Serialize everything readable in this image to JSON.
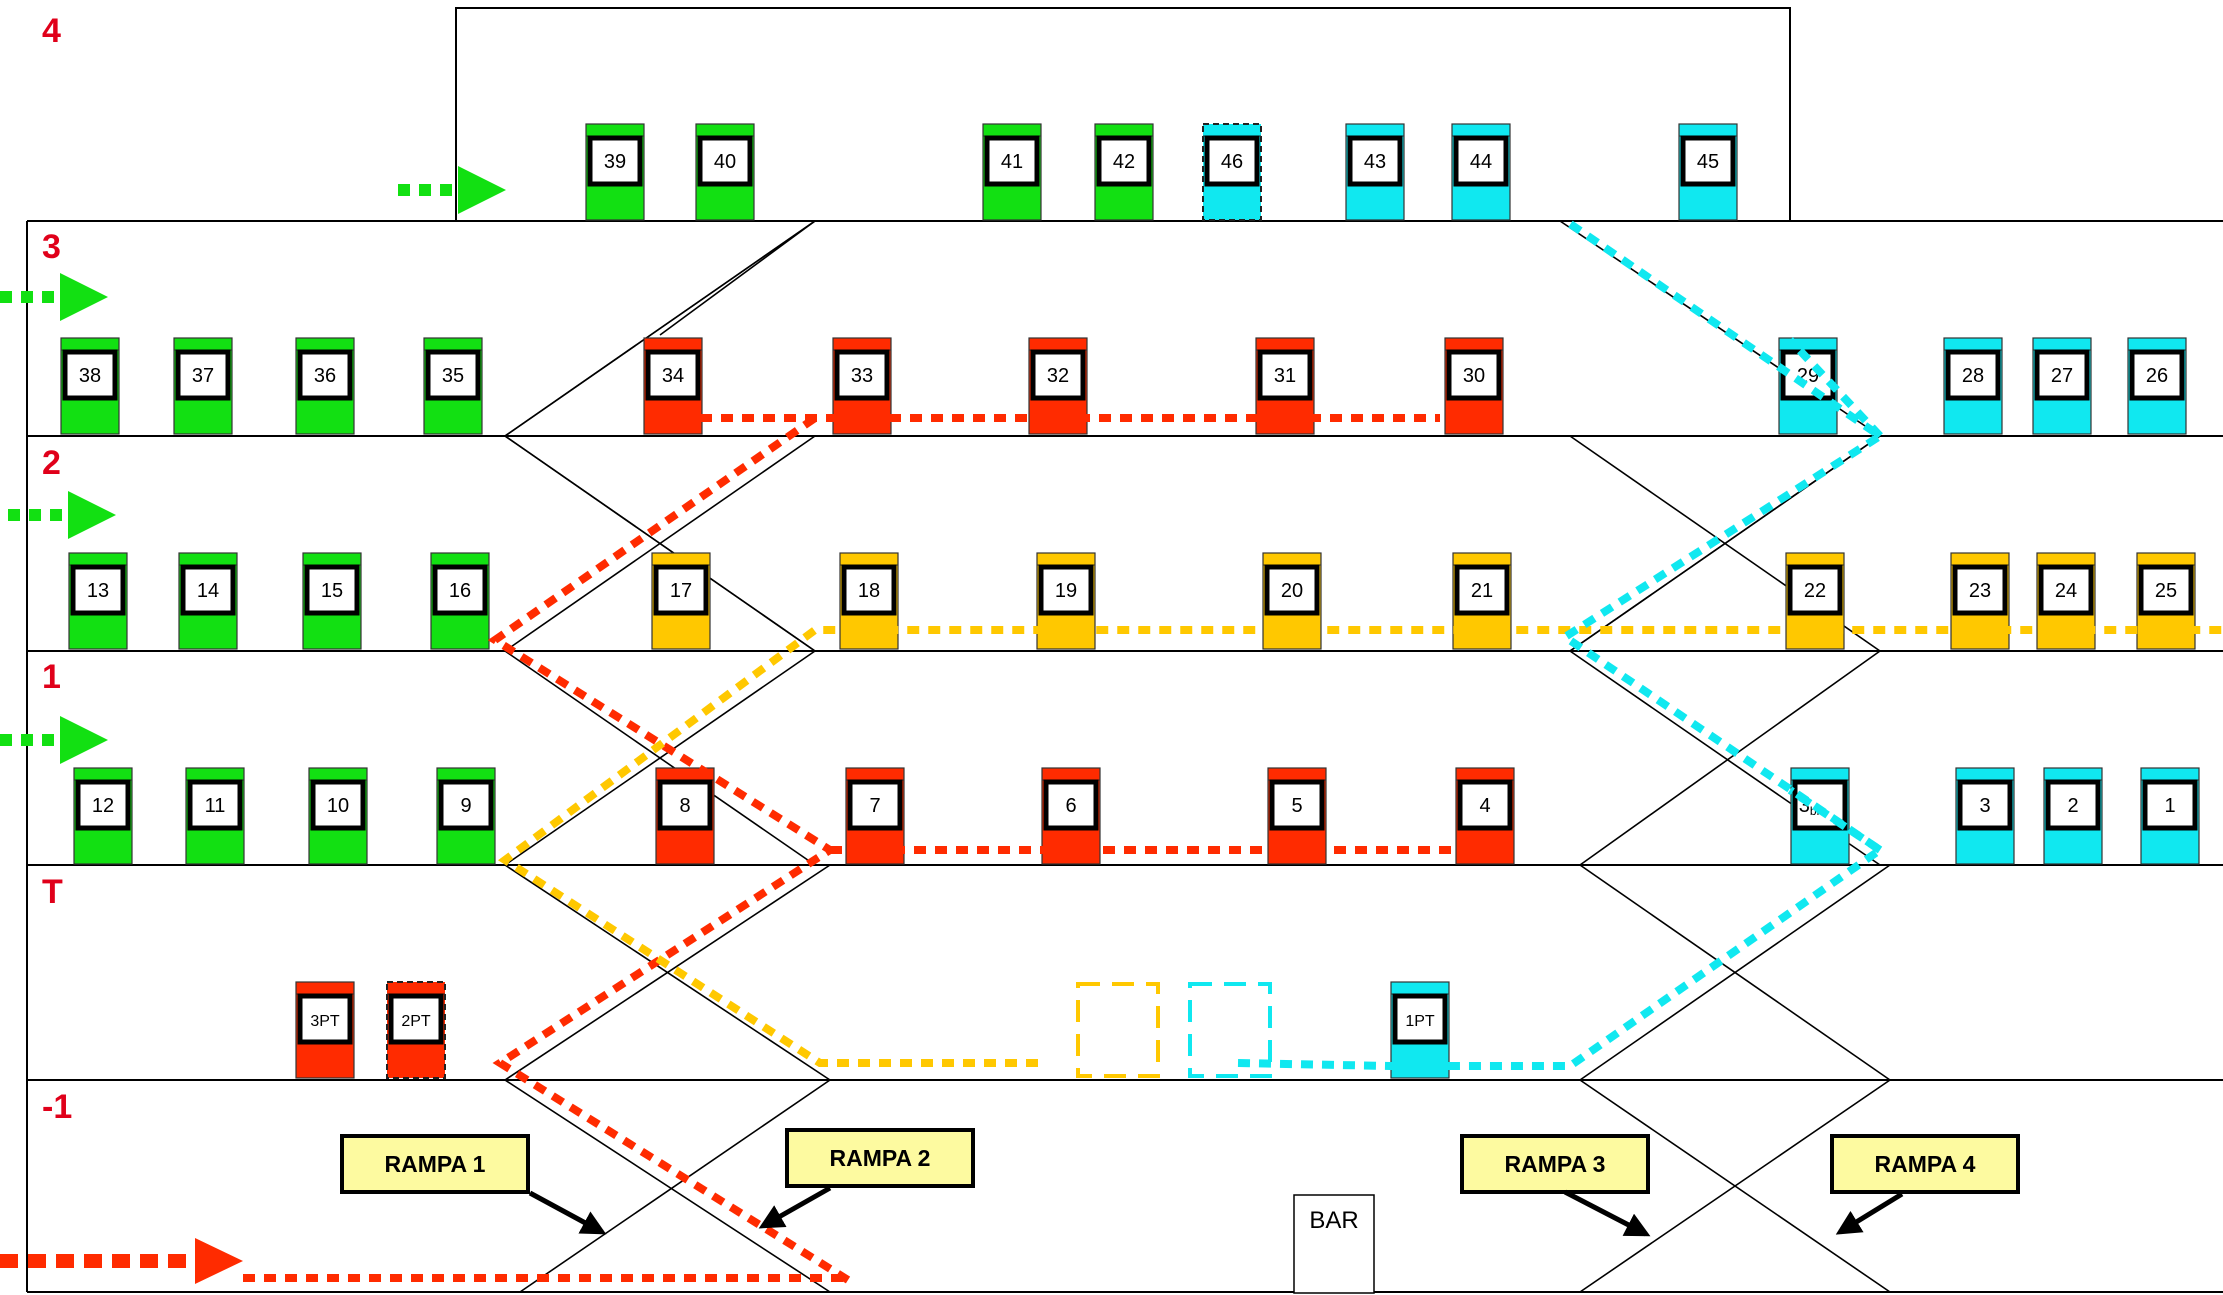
{
  "floors": [
    {
      "label": "4",
      "key": "f4"
    },
    {
      "label": "3",
      "key": "f3"
    },
    {
      "label": "2",
      "key": "f2"
    },
    {
      "label": "1",
      "key": "f1"
    },
    {
      "label": "T",
      "key": "fT"
    },
    {
      "label": "-1",
      "key": "fm1"
    }
  ],
  "colors": {
    "green": "#12e012",
    "red": "#ff2b00",
    "yellow": "#ffc800",
    "cyan": "#10e8f0",
    "floor_label": "#e0001a",
    "ramp_fill": "#fdfaa0"
  },
  "units": [
    {
      "label": "39",
      "floor": "4",
      "color": "green"
    },
    {
      "label": "40",
      "floor": "4",
      "color": "green"
    },
    {
      "label": "41",
      "floor": "4",
      "color": "green"
    },
    {
      "label": "42",
      "floor": "4",
      "color": "green"
    },
    {
      "label": "46",
      "floor": "4",
      "color": "cyan",
      "dashed": true
    },
    {
      "label": "43",
      "floor": "4",
      "color": "cyan"
    },
    {
      "label": "44",
      "floor": "4",
      "color": "cyan"
    },
    {
      "label": "45",
      "floor": "4",
      "color": "cyan"
    },
    {
      "label": "38",
      "floor": "3",
      "color": "green"
    },
    {
      "label": "37",
      "floor": "3",
      "color": "green"
    },
    {
      "label": "36",
      "floor": "3",
      "color": "green"
    },
    {
      "label": "35",
      "floor": "3",
      "color": "green"
    },
    {
      "label": "34",
      "floor": "3",
      "color": "red"
    },
    {
      "label": "33",
      "floor": "3",
      "color": "red"
    },
    {
      "label": "32",
      "floor": "3",
      "color": "red"
    },
    {
      "label": "31",
      "floor": "3",
      "color": "red"
    },
    {
      "label": "30",
      "floor": "3",
      "color": "red"
    },
    {
      "label": "29",
      "floor": "3",
      "color": "cyan"
    },
    {
      "label": "28",
      "floor": "3",
      "color": "cyan"
    },
    {
      "label": "27",
      "floor": "3",
      "color": "cyan"
    },
    {
      "label": "26",
      "floor": "3",
      "color": "cyan"
    },
    {
      "label": "13",
      "floor": "2",
      "color": "green"
    },
    {
      "label": "14",
      "floor": "2",
      "color": "green"
    },
    {
      "label": "15",
      "floor": "2",
      "color": "green"
    },
    {
      "label": "16",
      "floor": "2",
      "color": "green"
    },
    {
      "label": "17",
      "floor": "2",
      "color": "yellow"
    },
    {
      "label": "18",
      "floor": "2",
      "color": "yellow"
    },
    {
      "label": "19",
      "floor": "2",
      "color": "yellow"
    },
    {
      "label": "20",
      "floor": "2",
      "color": "yellow"
    },
    {
      "label": "21",
      "floor": "2",
      "color": "yellow"
    },
    {
      "label": "22",
      "floor": "2",
      "color": "yellow"
    },
    {
      "label": "23",
      "floor": "2",
      "color": "yellow"
    },
    {
      "label": "24",
      "floor": "2",
      "color": "yellow"
    },
    {
      "label": "25",
      "floor": "2",
      "color": "yellow"
    },
    {
      "label": "12",
      "floor": "1",
      "color": "green"
    },
    {
      "label": "11",
      "floor": "1",
      "color": "green"
    },
    {
      "label": "10",
      "floor": "1",
      "color": "green"
    },
    {
      "label": "9",
      "floor": "1",
      "color": "green"
    },
    {
      "label": "8",
      "floor": "1",
      "color": "red"
    },
    {
      "label": "7",
      "floor": "1",
      "color": "red"
    },
    {
      "label": "6",
      "floor": "1",
      "color": "red"
    },
    {
      "label": "5",
      "floor": "1",
      "color": "red"
    },
    {
      "label": "4",
      "floor": "1",
      "color": "red"
    },
    {
      "label": "3",
      "sub": "bis",
      "floor": "1",
      "color": "cyan"
    },
    {
      "label": "3",
      "floor": "1",
      "color": "cyan"
    },
    {
      "label": "2",
      "floor": "1",
      "color": "cyan"
    },
    {
      "label": "1",
      "floor": "1",
      "color": "cyan"
    },
    {
      "label": "3PT",
      "floor": "T",
      "color": "red"
    },
    {
      "label": "2PT",
      "floor": "T",
      "color": "red",
      "dashed": true
    },
    {
      "label": "1PT",
      "floor": "T",
      "color": "cyan"
    }
  ],
  "placeholders": [
    {
      "floor": "T",
      "color": "yellow"
    },
    {
      "floor": "T",
      "color": "cyan"
    }
  ],
  "ramps": [
    "RAMPA 1",
    "RAMPA 2",
    "RAMPA 3",
    "RAMPA 4"
  ],
  "bar_label": "BAR"
}
